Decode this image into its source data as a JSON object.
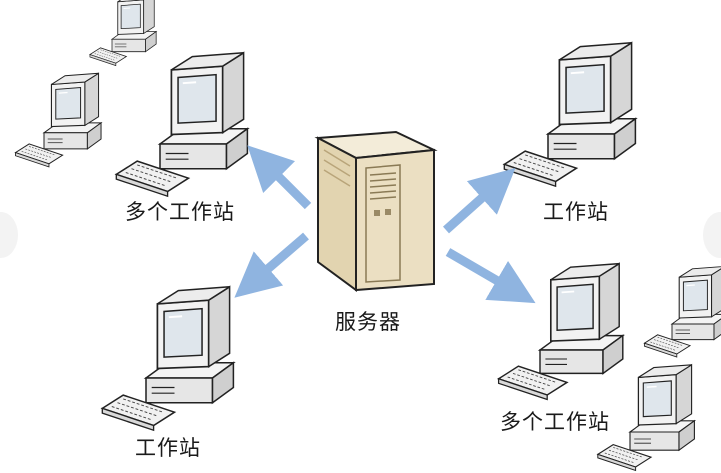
{
  "labels": {
    "top_left_group": "多个工作站",
    "server": "服务器",
    "top_right_ws": "工作站",
    "bottom_left_ws": "工作站",
    "bottom_right_group": "多个工作站"
  },
  "icons": {
    "server": "server-tower-icon",
    "workstation": "desktop-computer-icon",
    "arrow": "arrow-icon"
  },
  "colors": {
    "arrow": "#8fb4e0",
    "computer_body": "#eeeeee",
    "screen": "#dfe6ec",
    "server_body": "#e8dcc0",
    "outline": "#222222"
  }
}
